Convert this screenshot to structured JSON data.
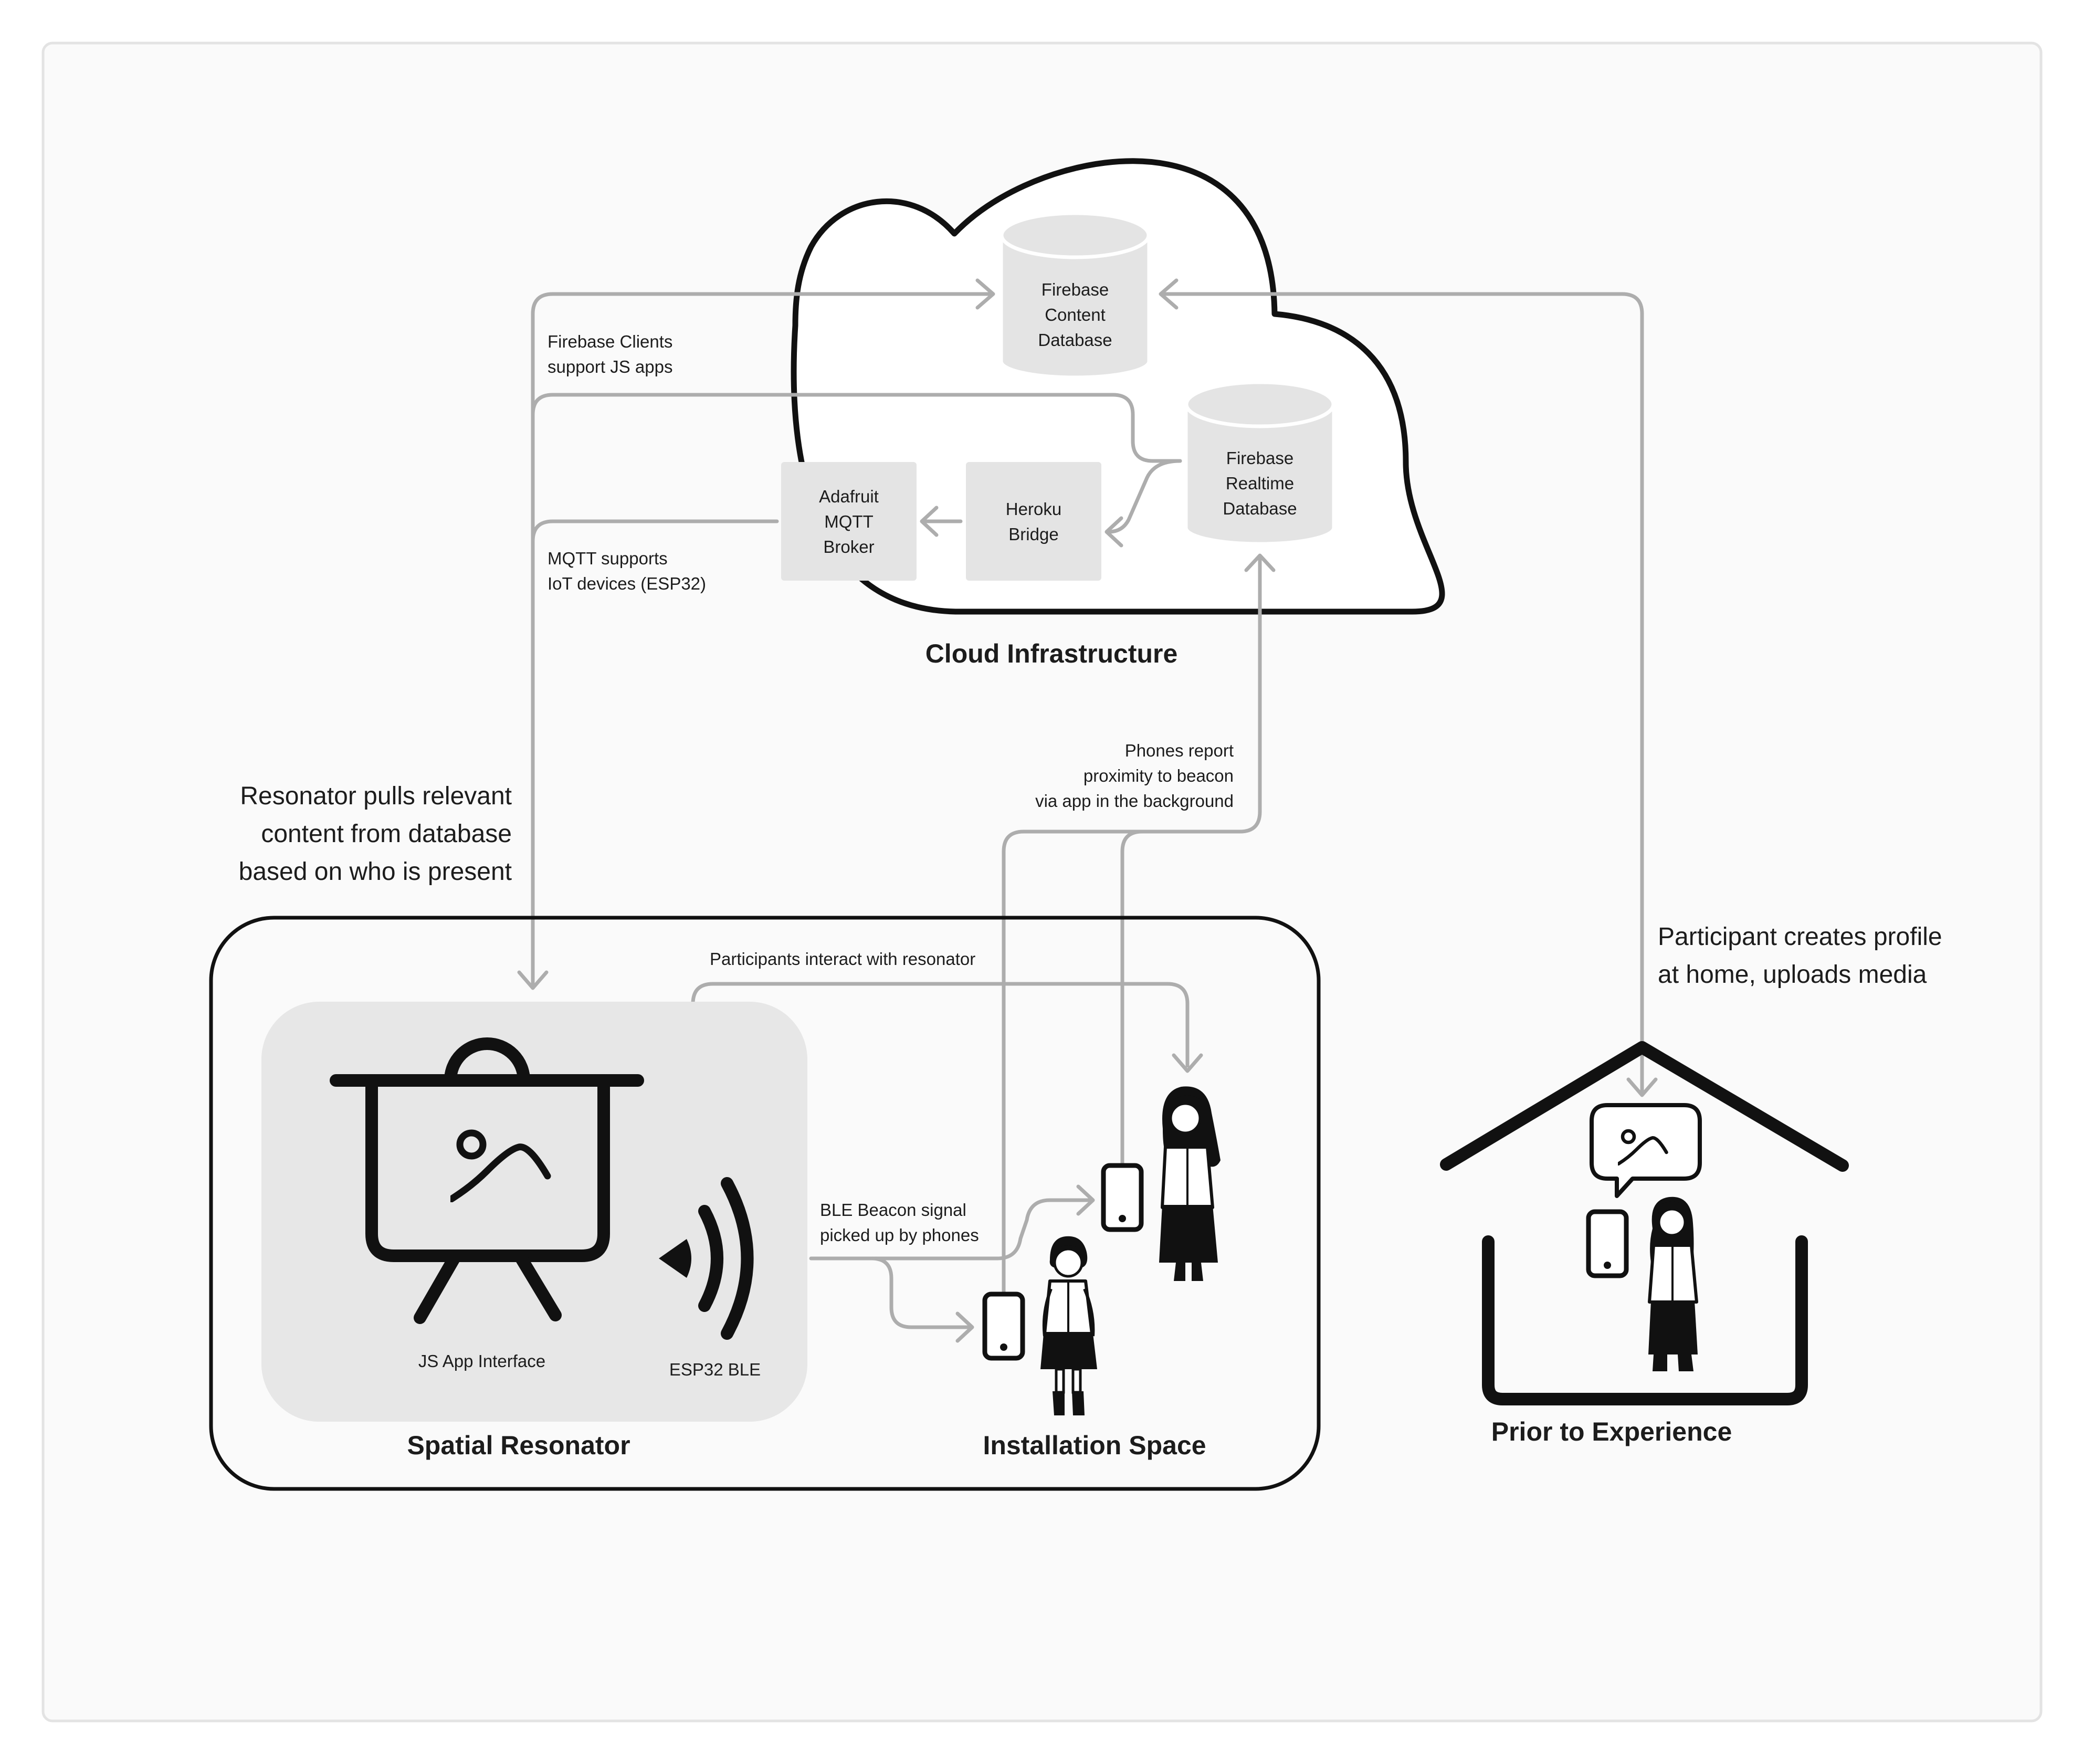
{
  "cloud": {
    "title": "Cloud Infrastructure",
    "firebase_content_db": [
      "Firebase",
      "Content",
      "Database"
    ],
    "firebase_realtime_db": [
      "Firebase",
      "Realtime",
      "Database"
    ],
    "heroku_bridge": [
      "Heroku",
      "Bridge"
    ],
    "adafruit_broker": [
      "Adafruit",
      "MQTT",
      "Broker"
    ]
  },
  "annotations": {
    "firebase_clients": [
      "Firebase Clients",
      "support JS apps"
    ],
    "mqtt_supports": [
      "MQTT  supports",
      "IoT devices (ESP32)"
    ],
    "resonator_pulls": [
      "Resonator pulls relevant",
      "content from database",
      "based on who is present"
    ],
    "phones_report": [
      "Phones report",
      "proximity to beacon",
      "via app in the background"
    ],
    "participants_interact": "Participants interact with resonator",
    "ble_beacon": [
      "BLE Beacon signal",
      "picked up by phones"
    ],
    "participant_creates": [
      "Participant creates profile",
      "at home, uploads media"
    ]
  },
  "spatial_resonator": {
    "title": "Spatial Resonator",
    "js_app_label": "JS App Interface",
    "esp32_label": "ESP32 BLE"
  },
  "installation": {
    "title": "Installation Space"
  },
  "prior": {
    "title": "Prior to Experience"
  },
  "icons": [
    "projector-screen-icon",
    "image-icon",
    "ble-signal-icon",
    "phone-icon",
    "person-icon",
    "house-icon",
    "speech-bubble-icon"
  ],
  "colors": {
    "ink": "#111111",
    "connector": "#adadad",
    "panel": "#e7e7e7",
    "canvas": "#fafafa"
  }
}
